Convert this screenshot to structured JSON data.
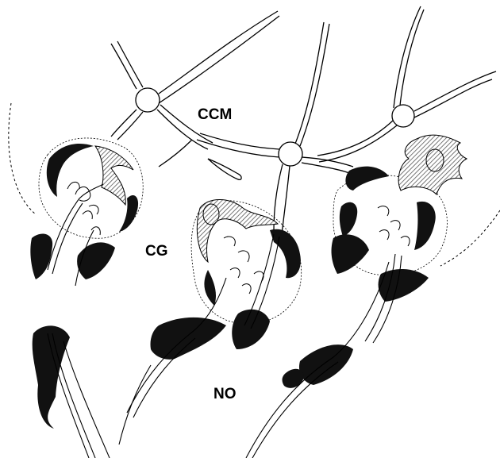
{
  "labels": {
    "ccm": "CCM",
    "cg": "CG",
    "no": "NO"
  },
  "colors": {
    "ink": "#000000",
    "paper": "#ffffff",
    "stipple": "#777777"
  }
}
